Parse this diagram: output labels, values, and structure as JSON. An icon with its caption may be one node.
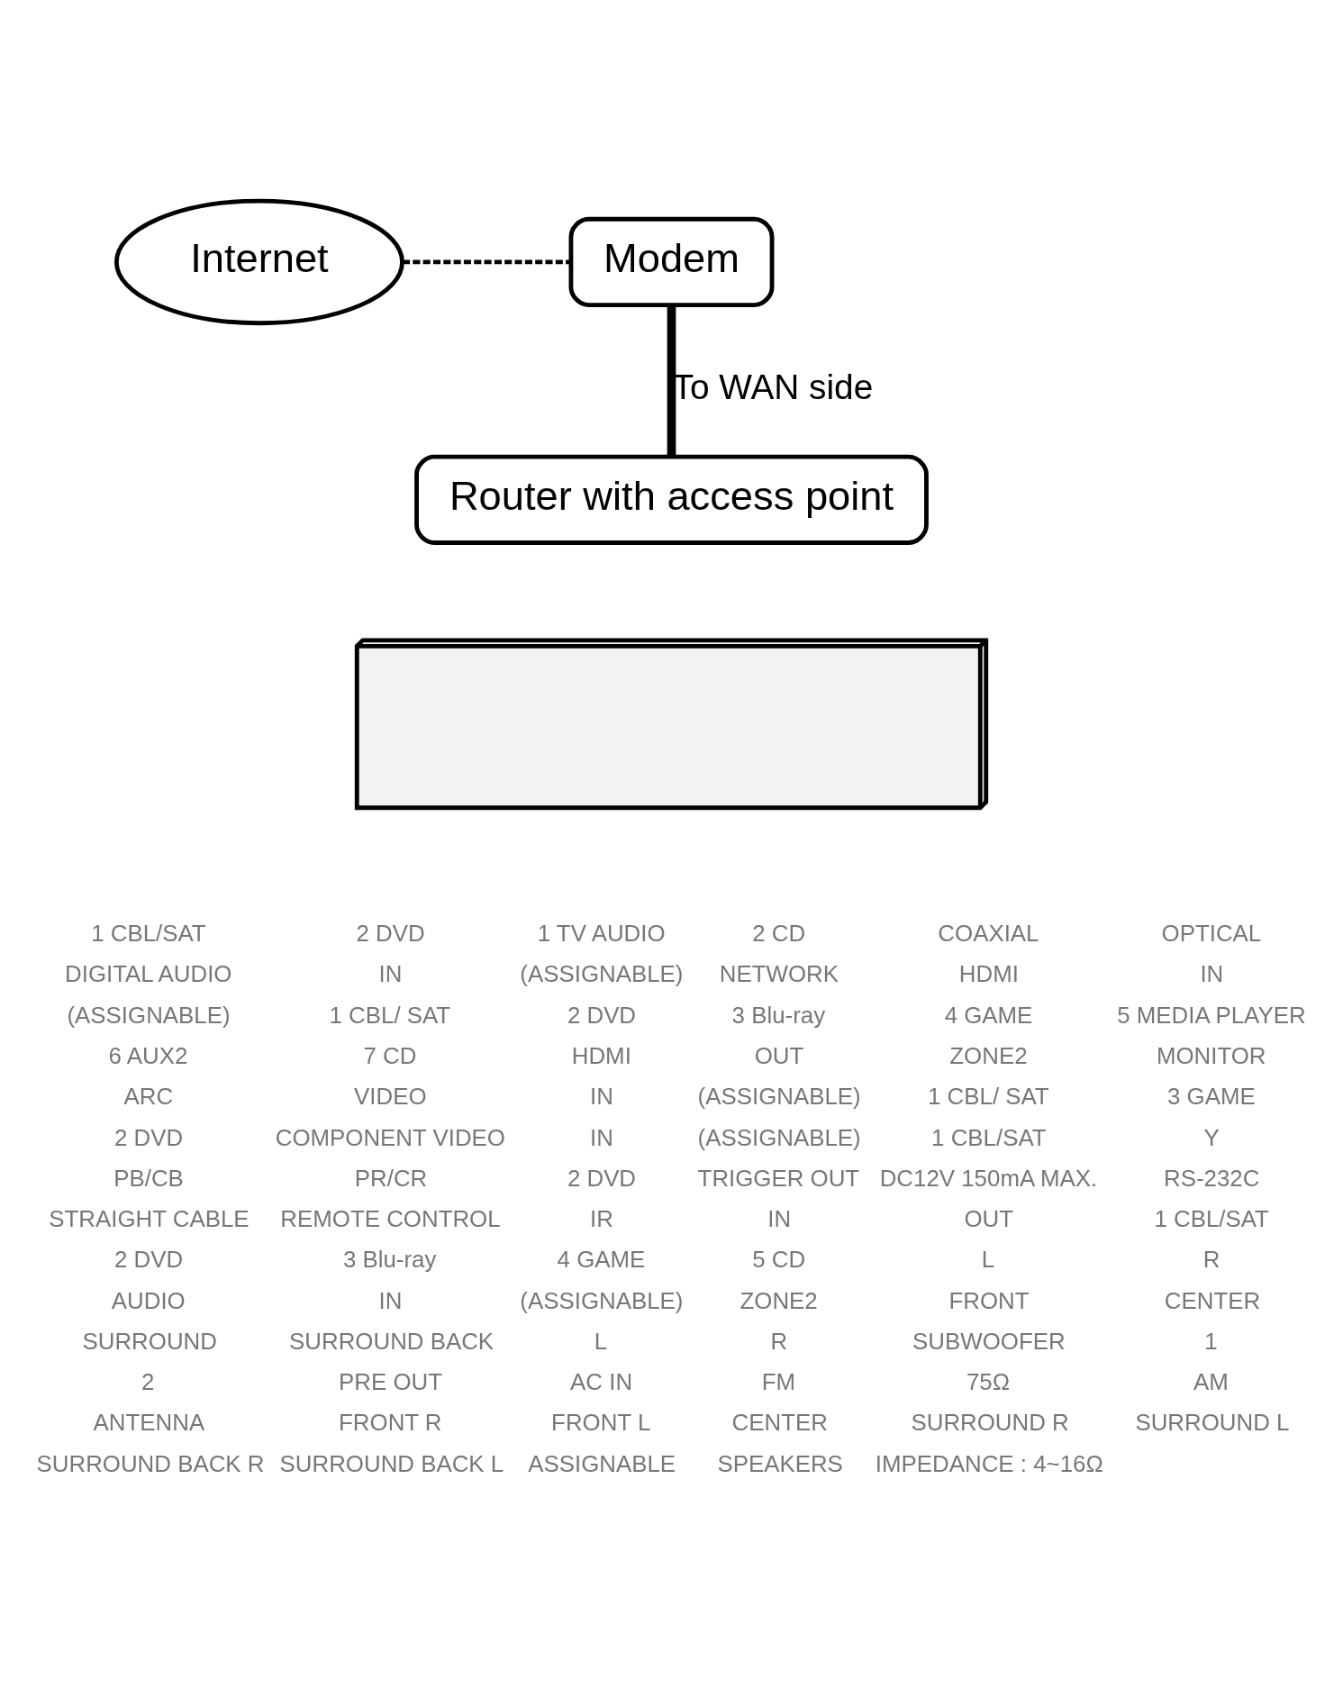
{
  "diagram": {
    "nodes": [
      {
        "text": [
          "Internet"
        ]
      },
      {
        "text": [
          "Modem"
        ]
      },
      {
        "text": [
          "Router with access point"
        ]
      },
      {
        "text": [],
        "shape": "picture"
      }
    ],
    "edges": [
      {
        "from": 0,
        "to": 1,
        "arrow": "none",
        "style": "dashed"
      },
      {
        "from": 1,
        "to": 2,
        "arrow": "none",
        "label": "To WAN side",
        "style": "thick"
      }
    ],
    "labels": [
      "1 CBL/SAT",
      "2 DVD",
      "1 TV AUDIO",
      "2 CD",
      "COAXIAL",
      "OPTICAL",
      "DIGITAL AUDIO",
      "IN",
      "(ASSIGNABLE)",
      "NETWORK",
      "HDMI",
      "IN",
      "(ASSIGNABLE)",
      "1 CBL/ SAT",
      "2 DVD",
      "3 Blu-ray",
      "4 GAME",
      "5 MEDIA PLAYER",
      "6 AUX2",
      "7 CD",
      "HDMI",
      "OUT",
      "ZONE2",
      "MONITOR",
      "ARC",
      "VIDEO",
      "IN",
      "(ASSIGNABLE)",
      "1 CBL/ SAT",
      "3 GAME",
      "2 DVD",
      "COMPONENT VIDEO",
      "IN",
      "(ASSIGNABLE)",
      "1 CBL/SAT",
      "Y",
      "PB/CB",
      "PR/CR",
      "2 DVD",
      "TRIGGER OUT",
      "DC12V 150mA MAX.",
      "RS-232C",
      "STRAIGHT CABLE",
      "REMOTE CONTROL",
      "IR",
      "IN",
      "OUT",
      "1 CBL/SAT",
      "2 DVD",
      "3 Blu-ray",
      "4 GAME",
      "5 CD",
      "L",
      "R",
      "AUDIO",
      "IN",
      "(ASSIGNABLE)",
      "ZONE2",
      "FRONT",
      "CENTER",
      "SURROUND",
      "SURROUND BACK",
      "L",
      "R",
      "SUBWOOFER",
      "1",
      "2",
      "PRE OUT",
      "AC IN",
      "FM",
      "75Ω",
      "AM",
      "ANTENNA",
      "FRONT R",
      "FRONT L",
      "CENTER",
      "SURROUND R",
      "SURROUND L",
      "SURROUND BACK R",
      "SURROUND BACK L",
      "ASSIGNABLE",
      "SPEAKERS",
      "IMPEDANCE : 4~16Ω"
    ]
  }
}
